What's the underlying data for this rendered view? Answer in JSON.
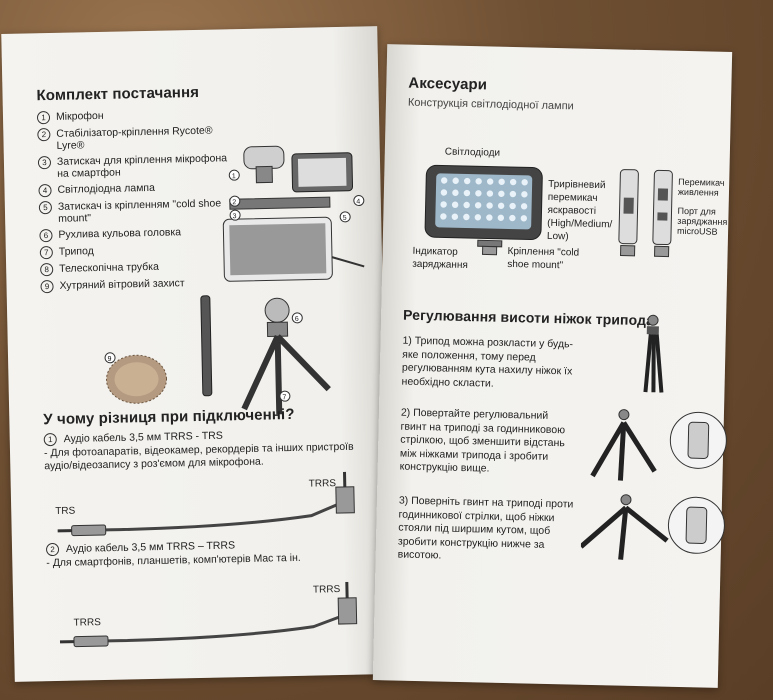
{
  "left_page": {
    "section1_title": "Комплект постачання",
    "items": [
      {
        "num": "1",
        "label": "Мікрофон"
      },
      {
        "num": "2",
        "label": "Стабілізатор-кріплення Rycote® Lyre®"
      },
      {
        "num": "3",
        "label": "Затискач для кріплення мікрофона на смартфон"
      },
      {
        "num": "4",
        "label": "Світлодіодна лампа"
      },
      {
        "num": "5",
        "label": "Затискач із кріпленням \"cold shoe mount\""
      },
      {
        "num": "6",
        "label": "Рухлива кульова головка"
      },
      {
        "num": "7",
        "label": "Трипод"
      },
      {
        "num": "8",
        "label": "Телескопічна трубка"
      },
      {
        "num": "9",
        "label": "Хутряний вітровий захист"
      }
    ],
    "section2_title": "У чому різниця при підключенні?",
    "cable1": {
      "num": "1",
      "title": "Аудіо кабель 3,5 мм TRRS - TRS",
      "desc": "- Для фотоапаратів, відеокамер, рекордерів та інших пристроїв аудіо/відеозапису з роз'ємом для мікрофона.",
      "left_label": "TRS",
      "right_label": "TRRS"
    },
    "cable2": {
      "num": "2",
      "title": "Аудіо кабель 3,5 мм TRRS – TRRS",
      "desc": "- Для смартфонів, планшетів, комп'ютерів Mac та ін.",
      "left_label": "TRRS",
      "right_label": "TRRS"
    }
  },
  "right_page": {
    "section1_title": "Аксесуари",
    "subtitle": "Конструкція світлодіодної лампи",
    "led_labels": {
      "leds": "Світлодіоди",
      "indicator": "Індикатор заряджання",
      "mount": "Кріплення \"cold shoe mount\"",
      "brightness": "Трирівневий перемикач яскравості (High/Medium/ Low)",
      "power": "Перемикач живлення",
      "port": "Порт для заряджання microUSB"
    },
    "section2_title": "Регулювання висоти ніжок трипода",
    "steps": [
      {
        "text": "1) Трипод можна розкласти у будь-яке положення, тому перед регулюванням кута нахилу ніжок їх необхідно скласти."
      },
      {
        "text": "2) Повертайте регулювальний гвинт на триподі за годинниковою стрілкою, щоб зменшити відстань між ніжками трипода і зробити конструкцію вище."
      },
      {
        "text": "3) Поверніть гвинт на триподі проти годинникової стрілки, щоб ніжки стояли під ширшим кутом, щоб зробити конструкцію нижче за висотою."
      }
    ]
  }
}
